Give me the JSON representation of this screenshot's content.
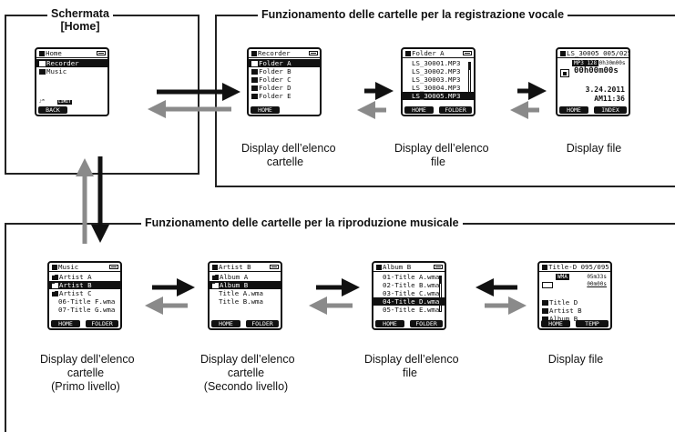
{
  "home": {
    "title_line1": "Schermata",
    "title_line2": "[Home]",
    "screen": {
      "header": "Home",
      "items": [
        "Recorder",
        "Music"
      ],
      "left_button": "BACK",
      "limit": "LIMIT"
    }
  },
  "voice": {
    "title": "Funzionamento delle cartelle per la registrazione vocale",
    "screens": [
      {
        "header": "Recorder",
        "items": [
          "Folder A",
          "Folder B",
          "Folder C",
          "Folder D",
          "Folder E"
        ],
        "selected": 0,
        "left_button": "HOME",
        "right_button": "",
        "caption": [
          "Display dell’elenco",
          "cartelle"
        ]
      },
      {
        "header": "Folder A",
        "items": [
          "LS_30001.MP3",
          "LS_30002.MP3",
          "LS_30003.MP3",
          "LS_30004.MP3",
          "LS_30005.MP3"
        ],
        "selected": 4,
        "left_button": "HOME",
        "right_button": "FOLDER",
        "caption": [
          "Display dell’elenco",
          "file"
        ]
      },
      {
        "header": "LS_30005",
        "header_right": "005/025",
        "format": "MP3 128",
        "elapsed": "00h30m00s",
        "time_big": "00h00m00s",
        "date": "3.24.2011",
        "clock": "AM11:36",
        "left_button": "HOME",
        "right_button": "INDEX",
        "caption": [
          "Display file"
        ]
      }
    ]
  },
  "music": {
    "title": "Funzionamento delle cartelle per la riproduzione musicale",
    "screens": [
      {
        "header": "Music",
        "items": [
          "Artist A",
          "Artist B",
          "Artist C",
          "06-Title F.wma",
          "07-Title G.wma"
        ],
        "selected": 1,
        "folders": 3,
        "left_button": "HOME",
        "right_button": "FOLDER",
        "caption": [
          "Display dell’elenco",
          "cartelle",
          "(Primo livello)"
        ]
      },
      {
        "header": "Artist B",
        "items": [
          "Album A",
          "Album B",
          "Title A.wma",
          "Title B.wma"
        ],
        "selected": 1,
        "folders": 2,
        "left_button": "HOME",
        "right_button": "FOLDER",
        "caption": [
          "Display dell’elenco",
          "cartelle",
          "(Secondo livello)"
        ]
      },
      {
        "header": "Album B",
        "items": [
          "01-Title A.wma",
          "02-Title B.wma",
          "03-Title C.wma",
          "04-Title D.wma",
          "05-Title E.wma"
        ],
        "selected": 3,
        "left_button": "HOME",
        "right_button": "FOLDER",
        "caption": [
          "Display dell’elenco",
          "file"
        ]
      },
      {
        "header": "Title-D",
        "header_right": "095/095",
        "format": "WMA",
        "elapsed": "05m33s",
        "elapsed2": "00m00s",
        "meta": [
          "Title D",
          "Artist B",
          "Album B"
        ],
        "left_button": "HOME",
        "right_button": "TEMP",
        "caption": [
          "Display file"
        ]
      }
    ]
  },
  "colors": {
    "forward_arrow": "#111111",
    "back_arrow": "#8a8a8a",
    "frame": "#222222"
  }
}
